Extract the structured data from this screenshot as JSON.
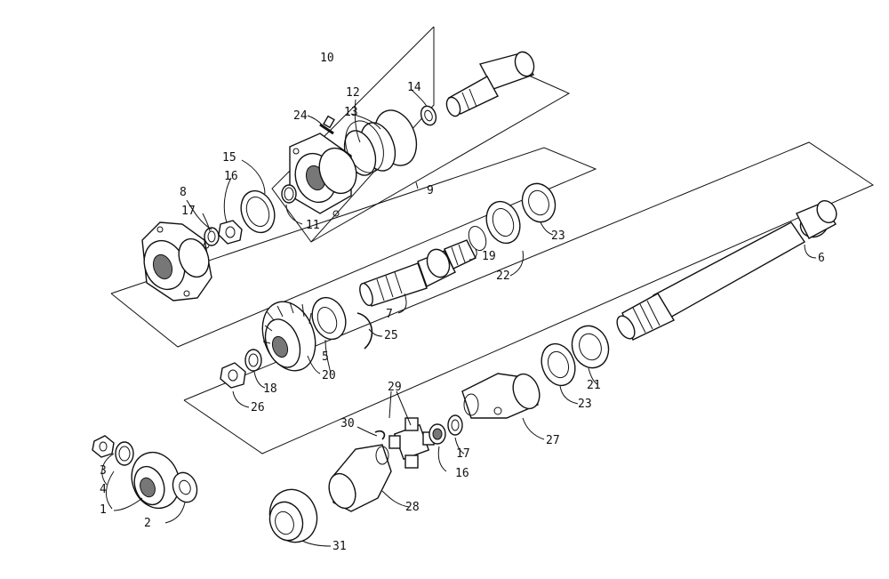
{
  "callouts": {
    "c1": "1",
    "c2": "2",
    "c3": "3",
    "c4": "4",
    "c5": "5",
    "c6": "6",
    "c7": "7",
    "c8": "8",
    "c9": "9",
    "c10": "10",
    "c11": "11",
    "c12": "12",
    "c13": "13",
    "c14": "14",
    "c15": "15",
    "c16a": "16",
    "c16b": "16",
    "c17a": "17",
    "c17b": "17",
    "c18": "18",
    "c19": "19",
    "c20": "20",
    "c21": "21",
    "c22": "22",
    "c23a": "23",
    "c23b": "23",
    "c24": "24",
    "c25": "25",
    "c26": "26",
    "c27": "27",
    "c28": "28",
    "c29": "29",
    "c30": "30",
    "c31": "31"
  }
}
